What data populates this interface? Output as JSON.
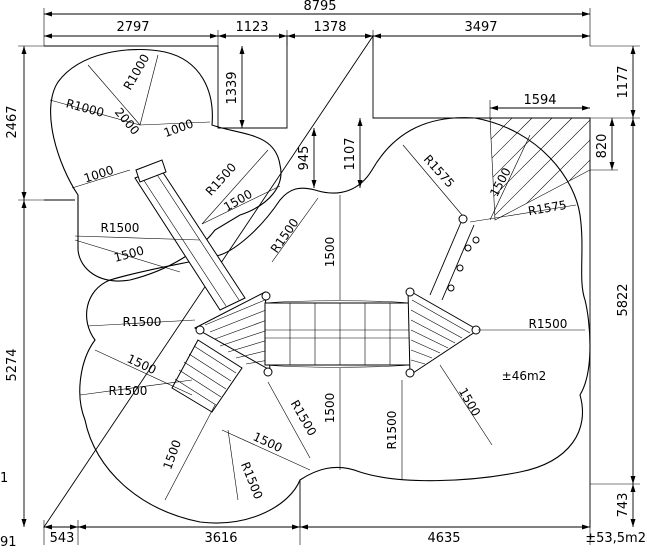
{
  "drawing": {
    "top_dimensions": {
      "overall": "8795",
      "segments": [
        "2797",
        "1123",
        "1378",
        "3497"
      ]
    },
    "bottom_dimensions": {
      "segments": [
        "543",
        "3616",
        "4635"
      ],
      "area_total": "±53,5m2",
      "left_cut_a": "91",
      "left_cut_b": "1"
    },
    "left_dimensions": [
      "2467",
      "5274"
    ],
    "right_dimensions": [
      "1177",
      "5822",
      "743"
    ],
    "inner_dimensions": {
      "notch_depth": "1339",
      "notch_left": "945",
      "notch_right": "1107",
      "hatch_width": "1594",
      "hatch_height": "820"
    },
    "radius_labels": {
      "top_left_outer": "R1000",
      "top_left_inner": "R1000",
      "left_upper": "R1500",
      "left_mid": "R1500",
      "left_lower": "R1500",
      "top_centre": "R1500",
      "bottom_centre": "R1500",
      "bottom_left": "R1500",
      "bottom_right": "R1500",
      "right_top": "R1575",
      "right_hatch": "R1575",
      "right_mid": "R1500"
    },
    "distance_labels": {
      "slide_length": "2000",
      "a1000_upper": "1000",
      "a1000_left": "1000",
      "a1500_upper_left": "1500",
      "a1500_left": "1500",
      "a1500_left_lower": "1500",
      "a1500_top_centre": "1500",
      "a1500_bottom_centre": "1500",
      "a1500_bottom_left": "1500",
      "a1500_bottom_mid": "1500",
      "a1500_right_top": "1500",
      "a1500_right_bottom": "1500"
    },
    "area_label": "±46m2"
  }
}
